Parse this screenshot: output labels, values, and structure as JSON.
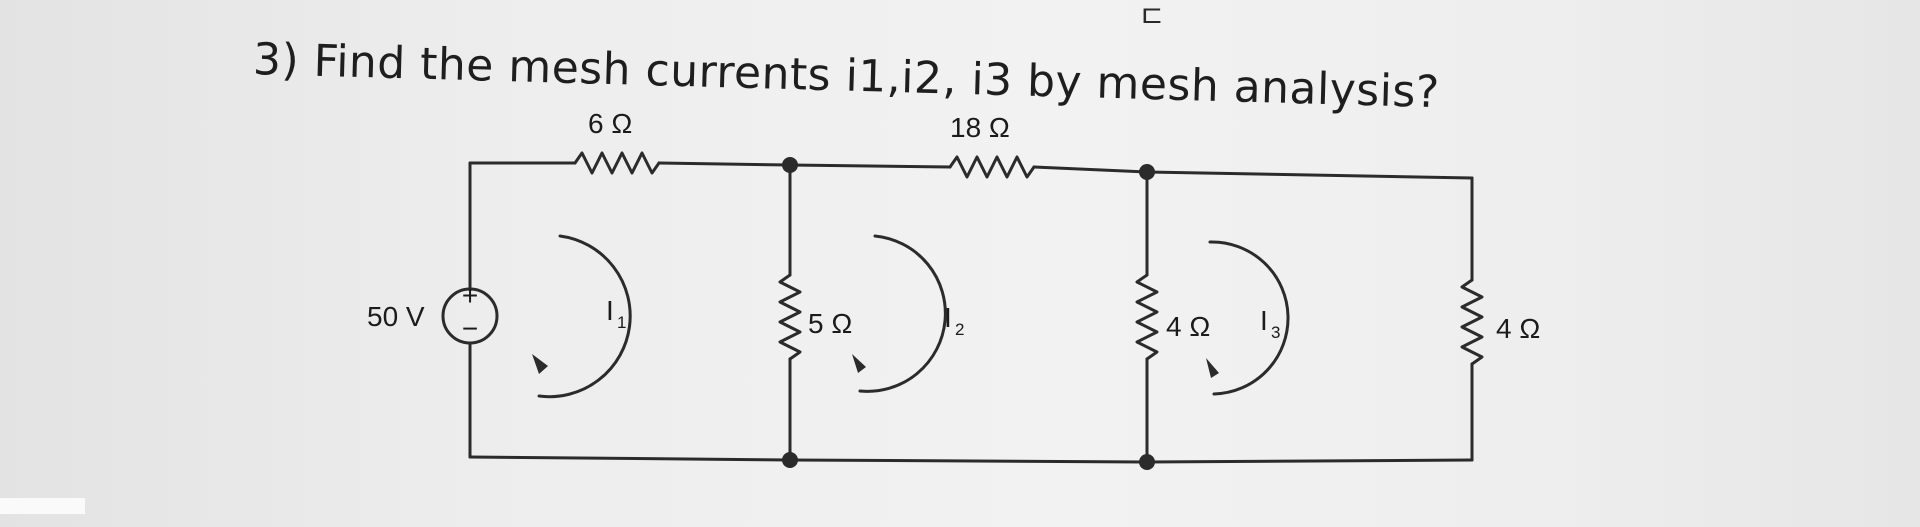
{
  "question": {
    "text": "3) Find the mesh currents i1,i2, i3  by mesh analysis?",
    "top_mark": "ㄷ"
  },
  "circuit": {
    "source": {
      "label": "50 V",
      "plus": "+",
      "minus": "−"
    },
    "resistors": {
      "top_left": "6 Ω",
      "top_right": "18 Ω",
      "middle_left": "5 Ω",
      "middle_right": "4 Ω",
      "right": "4 Ω"
    },
    "meshes": [
      {
        "main": "I",
        "sub": "1"
      },
      {
        "main": "I",
        "sub": "2"
      },
      {
        "main": "I",
        "sub": "3"
      }
    ]
  },
  "colors": {
    "wire": "#2b2b2b",
    "text": "#1b1b1b",
    "paper": "#ececec"
  }
}
